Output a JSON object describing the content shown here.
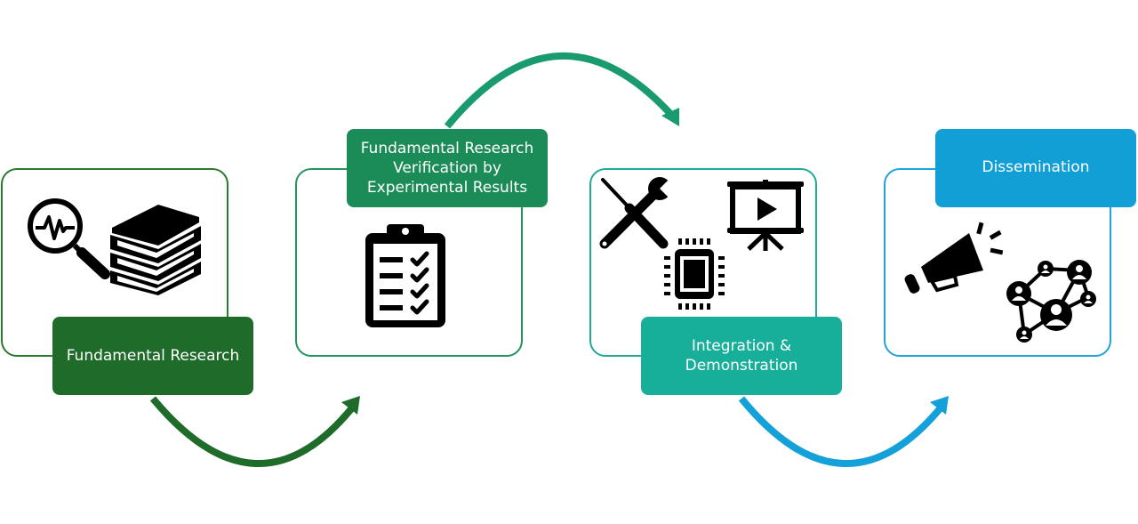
{
  "title": "Research workflow stages",
  "stages": [
    {
      "label": "Fundamental Research",
      "color": "#1e6b2a",
      "border": "#2a7a2e",
      "icons": [
        "magnifier-signal-icon",
        "books-stack-icon"
      ]
    },
    {
      "label": "Fundamental Research\nVerification by\nExperimental Results",
      "color": "#1b8c57",
      "border": "#22955c",
      "icons": [
        "clipboard-checklist-icon"
      ]
    },
    {
      "label": "Integration &\nDemonstration",
      "color": "#17ae9a",
      "border": "#1faa98",
      "icons": [
        "tools-icon",
        "presentation-screen-icon",
        "microchip-icon"
      ]
    },
    {
      "label": "Dissemination",
      "color": "#129fd6",
      "border": "#1ea4d8",
      "icons": [
        "megaphone-icon",
        "people-network-icon"
      ]
    }
  ],
  "arrows": [
    {
      "from": "Fundamental Research",
      "to": "Fundamental Research Verification by Experimental Results",
      "color": "#1e6b2a"
    },
    {
      "from": "Fundamental Research Verification by Experimental Results",
      "to": "Integration & Demonstration",
      "color": "#199b6f"
    },
    {
      "from": "Integration & Demonstration",
      "to": "Dissemination",
      "color": "#14a0d8"
    }
  ]
}
